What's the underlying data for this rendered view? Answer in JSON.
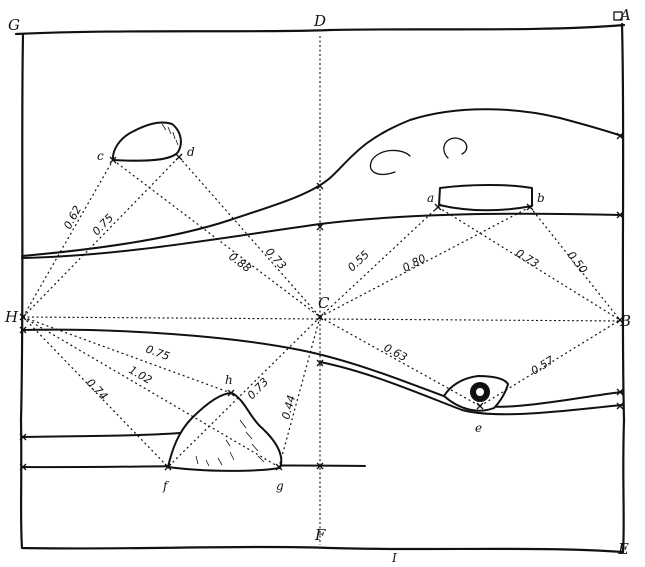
{
  "labels": {
    "G": "G",
    "D": "D",
    "A": "A",
    "H": "H",
    "C": "C",
    "B": "B",
    "F": "F",
    "E": "E",
    "I": "I",
    "a": "a",
    "b": "b",
    "c": "c",
    "d": "d",
    "e": "e",
    "f": "f",
    "g": "g",
    "h": "h"
  },
  "measurements": [
    {
      "id": "H-c",
      "value": "0.62"
    },
    {
      "id": "H-d",
      "value": "0.75"
    },
    {
      "id": "c-C",
      "value": "0.88"
    },
    {
      "id": "d-C",
      "value": "0.73"
    },
    {
      "id": "C-a",
      "value": "0.55"
    },
    {
      "id": "C-b",
      "value": "0.80"
    },
    {
      "id": "a-B",
      "value": "0.73"
    },
    {
      "id": "b-B",
      "value": "0.50"
    },
    {
      "id": "C-e",
      "value": "0.63"
    },
    {
      "id": "e-B",
      "value": "0.57"
    },
    {
      "id": "H-h",
      "value": "0.75"
    },
    {
      "id": "H-g",
      "value": "1.02"
    },
    {
      "id": "H-f",
      "value": "0.74"
    },
    {
      "id": "C-f",
      "value": "0.73"
    },
    {
      "id": "C-g",
      "value": "0.44"
    }
  ]
}
